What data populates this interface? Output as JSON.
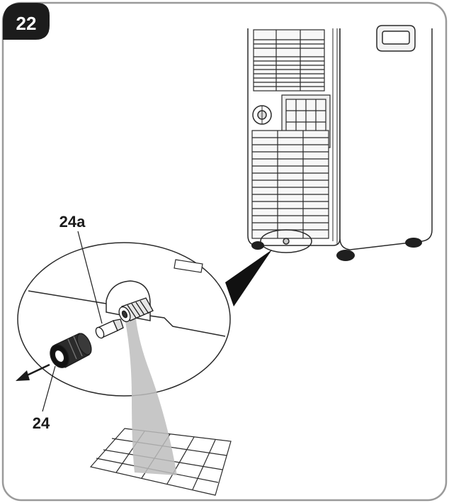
{
  "step": {
    "number": "22"
  },
  "callouts": {
    "cap": "24",
    "plug": "24a"
  },
  "colors": {
    "frame_border": "#9a9a9a",
    "badge": "#1c1c1c",
    "line": "#2a2a2a",
    "water_stream": "#bdbdbd",
    "zoom_pointer": "#111111"
  },
  "icons": {
    "pull_direction": "arrow-left-icon"
  }
}
